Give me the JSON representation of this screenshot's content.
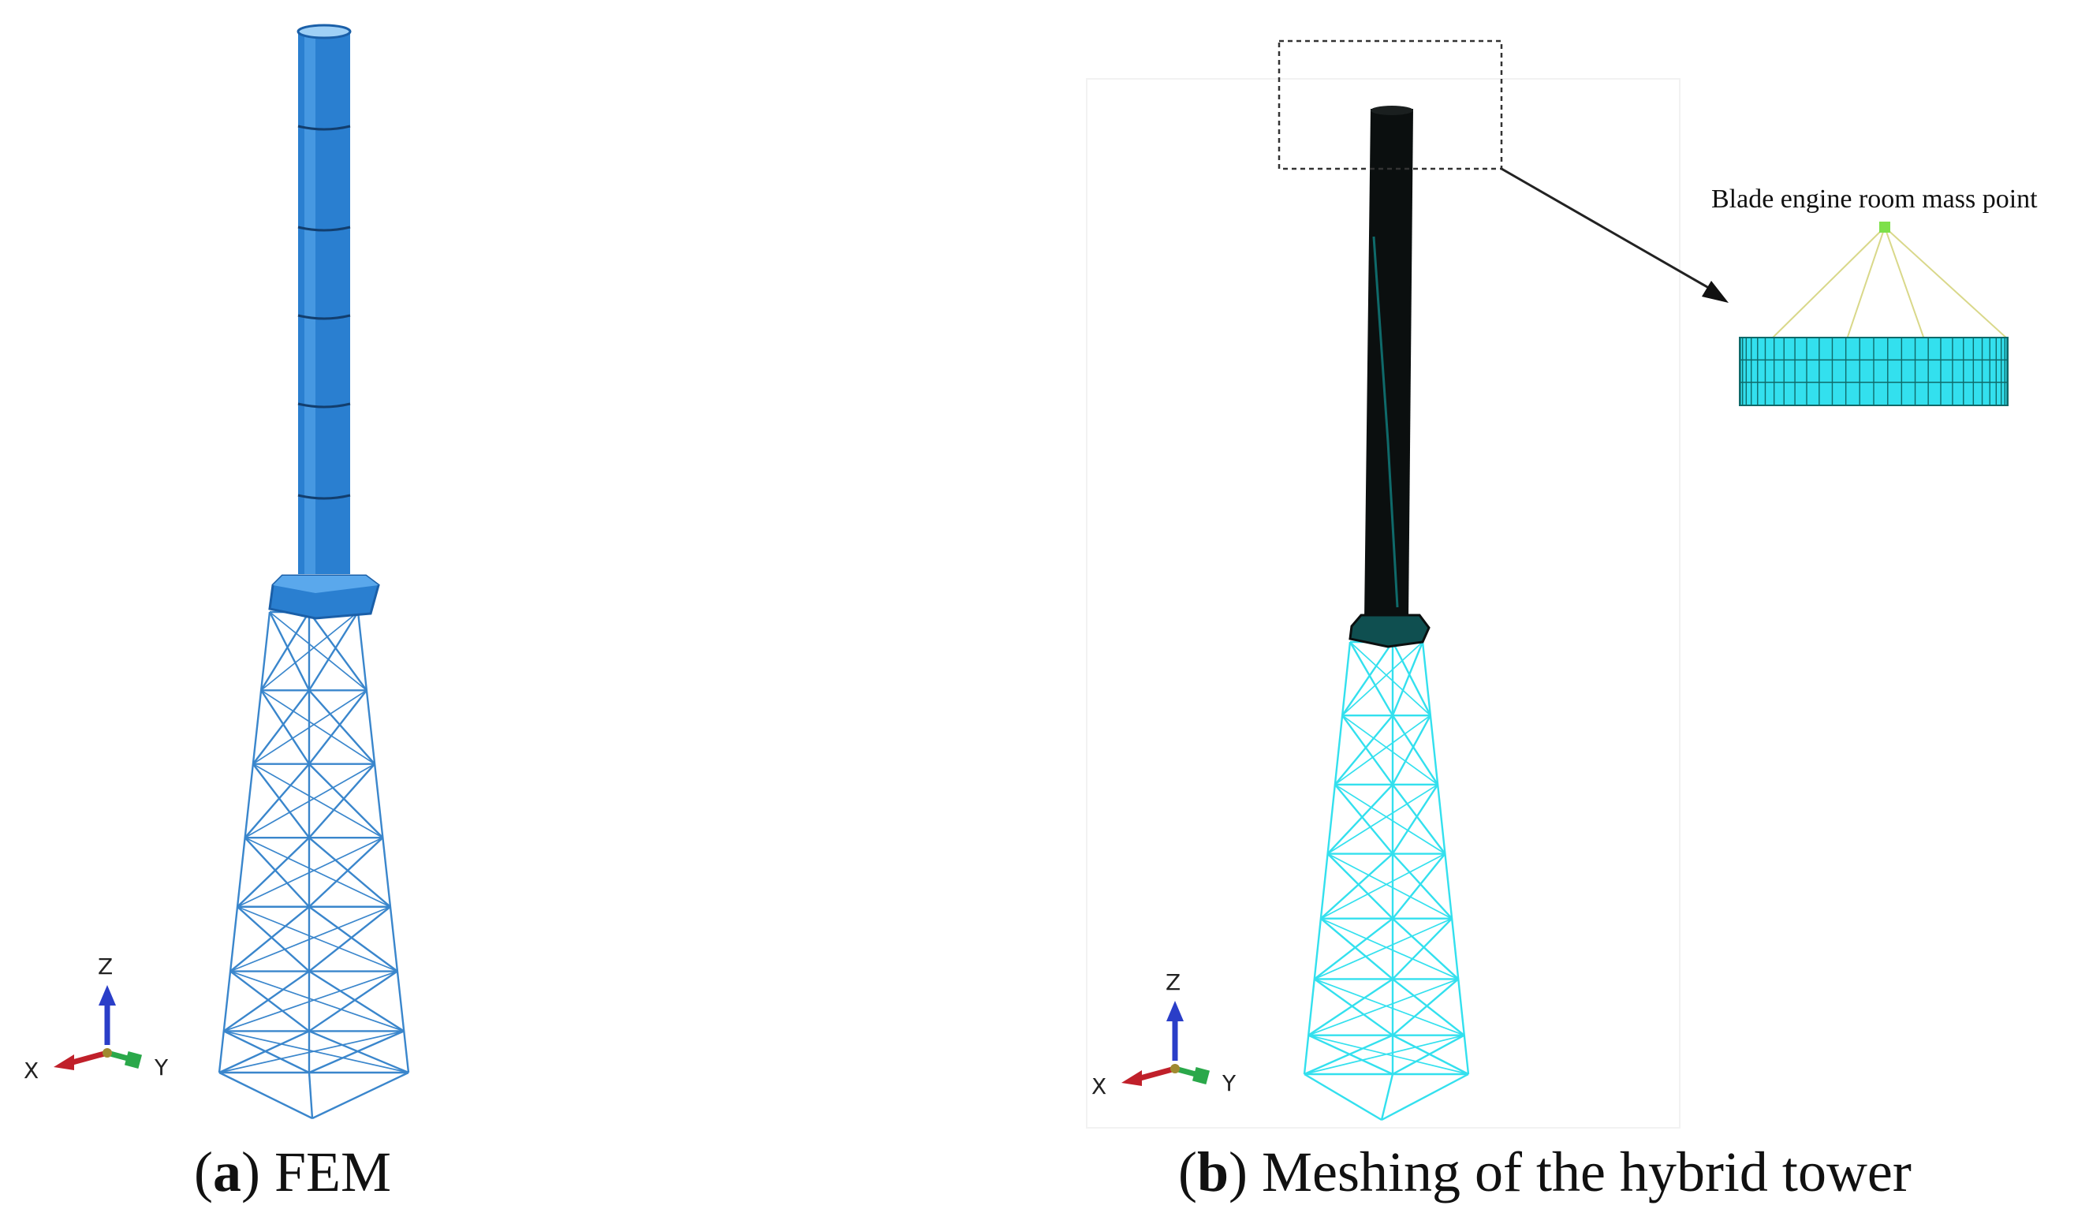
{
  "panel_a": {
    "letter": "a",
    "label": "FEM",
    "axes": {
      "x": "X",
      "y": "Y",
      "z": "Z"
    }
  },
  "panel_b": {
    "letter": "b",
    "label": "Meshing of the hybrid tower",
    "callout_label": "Blade engine room mass point",
    "axes": {
      "x": "X",
      "y": "Y",
      "z": "Z"
    }
  },
  "colors": {
    "tower_blue": "#2a7fd0",
    "tower_blue_dark": "#1a5fa8",
    "lattice_blue": "#3a86cc",
    "mesh_black": "#0b0f0f",
    "mesh_cyan": "#33e0ee",
    "mesh_teal": "#0f6a6a",
    "mass_point": "#7ee04a",
    "axis_x": "#c0202a",
    "axis_y": "#2aa84a",
    "axis_z": "#2a3ec8"
  }
}
